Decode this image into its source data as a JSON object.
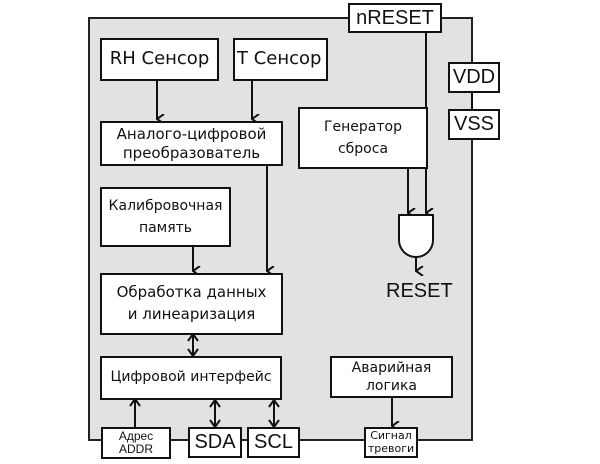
{
  "diagram": {
    "title": "",
    "blocks": {
      "rh_sensor": "RH Сенсор",
      "t_sensor": "T Сенсор",
      "adc_line1": "Аналого-цифровой",
      "adc_line2": "преобразователь",
      "calib_line1": "Калибровочная",
      "calib_line2": "память",
      "processing_line1": "Обработка данных",
      "processing_line2": "и линеаризация",
      "digital_interface": "Цифровой интерфейс",
      "reset_gen_line1": "Генератор",
      "reset_gen_line2": "сброса",
      "alarm_logic_line1": "Аварийная",
      "alarm_logic_line2": "логика"
    },
    "pins": {
      "nreset": "nRESET",
      "vdd": "VDD",
      "vss": "VSS",
      "addr_line1": "Адрес",
      "addr_line2": "ADDR",
      "sda": "SDA",
      "scl": "SCL",
      "alarm_line1": "Сигнал",
      "alarm_line2": "тревоги"
    },
    "outputs": {
      "reset": "RESET"
    },
    "colors": {
      "chip_fill": "#e2e2e2",
      "line": "#111111",
      "block_fill": "#ffffff"
    }
  }
}
